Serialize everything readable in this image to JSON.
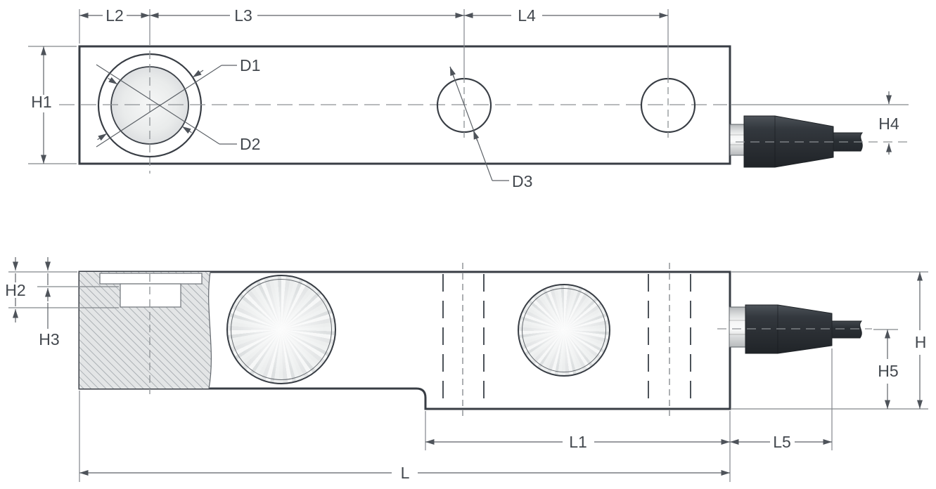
{
  "drawing": {
    "description": "Two-view dimensioned outline drawing of a shear-beam load cell with cable gland",
    "top_view": {
      "dim_labels": {
        "l2": "L2",
        "l3": "L3",
        "l4": "L4",
        "h1": "H1",
        "h4": "H4"
      },
      "diameter_labels": {
        "d1": "D1",
        "d2": "D2",
        "d3": "D3"
      }
    },
    "bottom_view": {
      "dim_labels": {
        "h2": "H2",
        "h3": "H3",
        "h": "H",
        "h5": "H5",
        "l1": "L1",
        "l5": "L5",
        "l": "L"
      }
    },
    "colors": {
      "body_outline": "#383d44",
      "dimension_lines": "#5d6268",
      "dimension_text": "#43484e",
      "hatch": "#9aa0a5",
      "gland_dark": "#2d3237",
      "body_fill_light": "#eceeef"
    }
  }
}
